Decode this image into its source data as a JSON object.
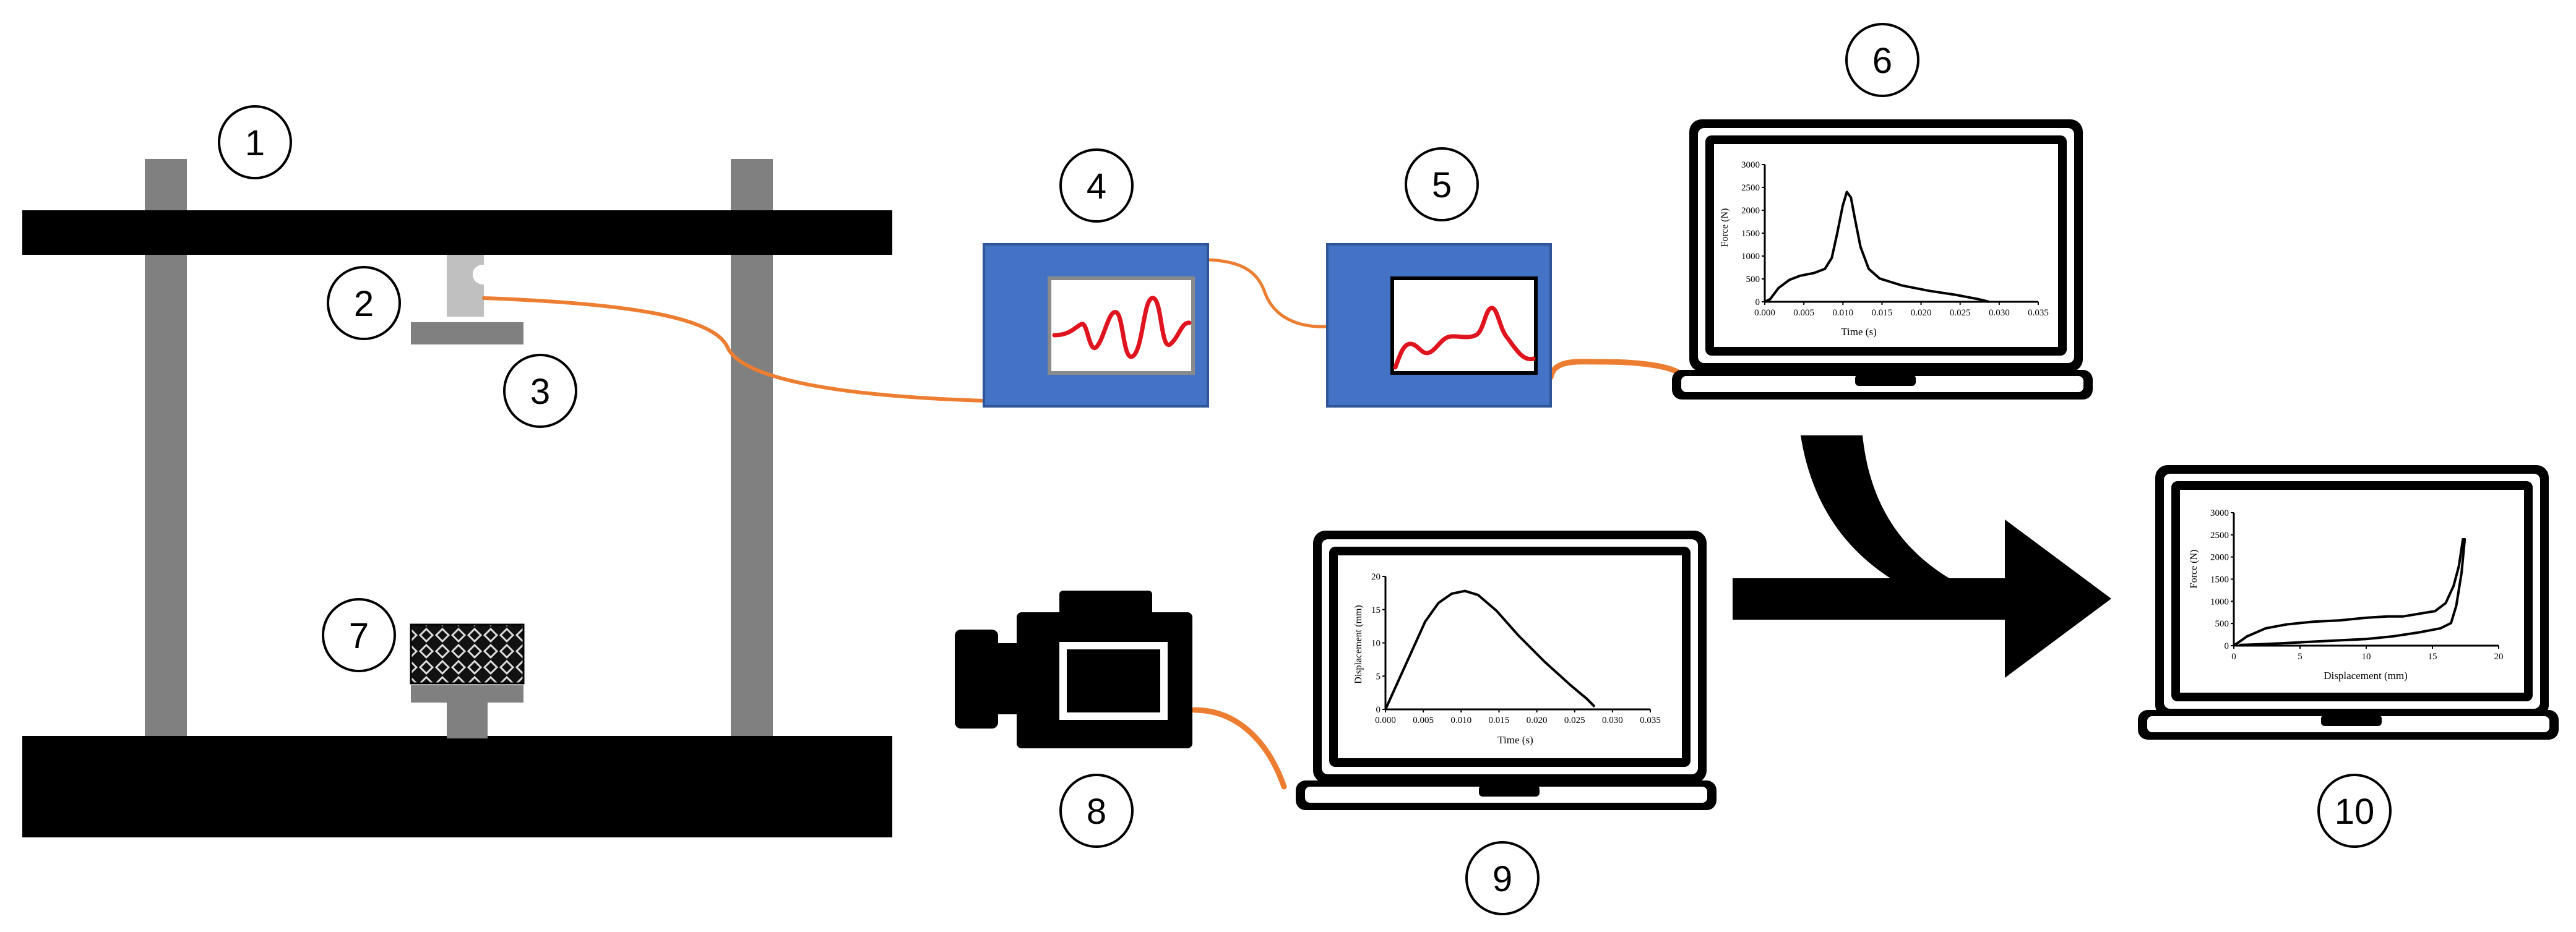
{
  "labels": [
    "1",
    "2",
    "3",
    "4",
    "5",
    "6",
    "7",
    "8",
    "9",
    "10"
  ],
  "colors": {
    "frame_black": "#000000",
    "column_grey": "#808080",
    "box_blue": "#4472C4",
    "cable_orange": "#ED7D31",
    "signal_red": "#E0141E"
  },
  "charts": {
    "laptop6": {
      "xlabel": "Time (s)",
      "ylabel": "Force (N)",
      "xticks": [
        "0.000",
        "0.005",
        "0.010",
        "0.015",
        "0.020",
        "0.025",
        "0.030",
        "0.035"
      ],
      "yticks": [
        "0",
        "500",
        "1000",
        "1500",
        "2000",
        "2500",
        "3000"
      ]
    },
    "laptop9": {
      "xlabel": "Time (s)",
      "ylabel": "Displacement (mm)",
      "xticks": [
        "0.000",
        "0.005",
        "0.010",
        "0.015",
        "0.020",
        "0.025",
        "0.030",
        "0.035"
      ],
      "yticks": [
        "0",
        "5",
        "10",
        "15",
        "20"
      ]
    },
    "laptop10": {
      "xlabel": "Displacement (mm)",
      "ylabel": "Force (N)",
      "xticks": [
        "0",
        "5",
        "10",
        "15",
        "20"
      ],
      "yticks": [
        "0",
        "500",
        "1000",
        "1500",
        "2000",
        "2500",
        "3000"
      ]
    }
  }
}
